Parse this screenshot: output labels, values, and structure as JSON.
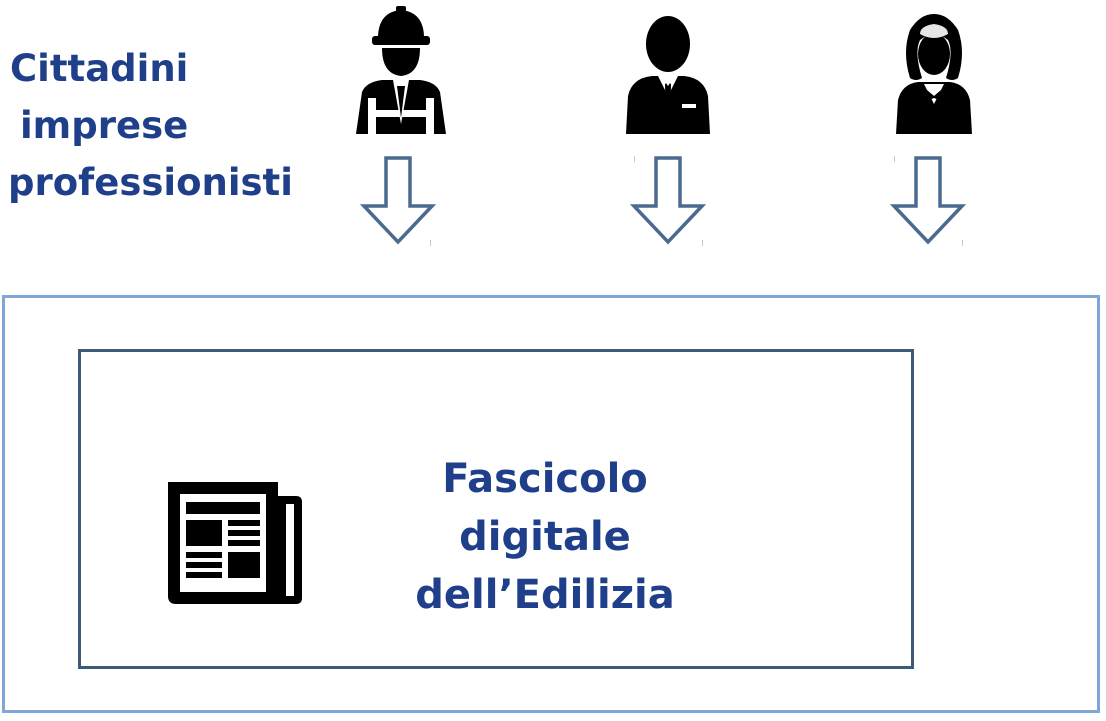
{
  "header": {
    "lines": [
      "Cittadini",
      "imprese",
      "professionisti"
    ]
  },
  "people": [
    {
      "icon": "construction-worker-icon"
    },
    {
      "icon": "businessman-icon"
    },
    {
      "icon": "businesswoman-icon"
    }
  ],
  "arrows": [
    {
      "icon": "down-arrow-icon"
    },
    {
      "icon": "down-arrow-icon"
    },
    {
      "icon": "down-arrow-icon"
    }
  ],
  "box": {
    "icon": "newspaper-icon",
    "title_lines": [
      "Fascicolo",
      "digitale",
      "dell’Edilizia"
    ]
  },
  "colors": {
    "text": "#1f3f8a",
    "panel_border": "#7fa6d6",
    "box_border": "#3f5a78",
    "arrow_stroke": "#4a6a8f",
    "icon_fill": "#000000"
  }
}
